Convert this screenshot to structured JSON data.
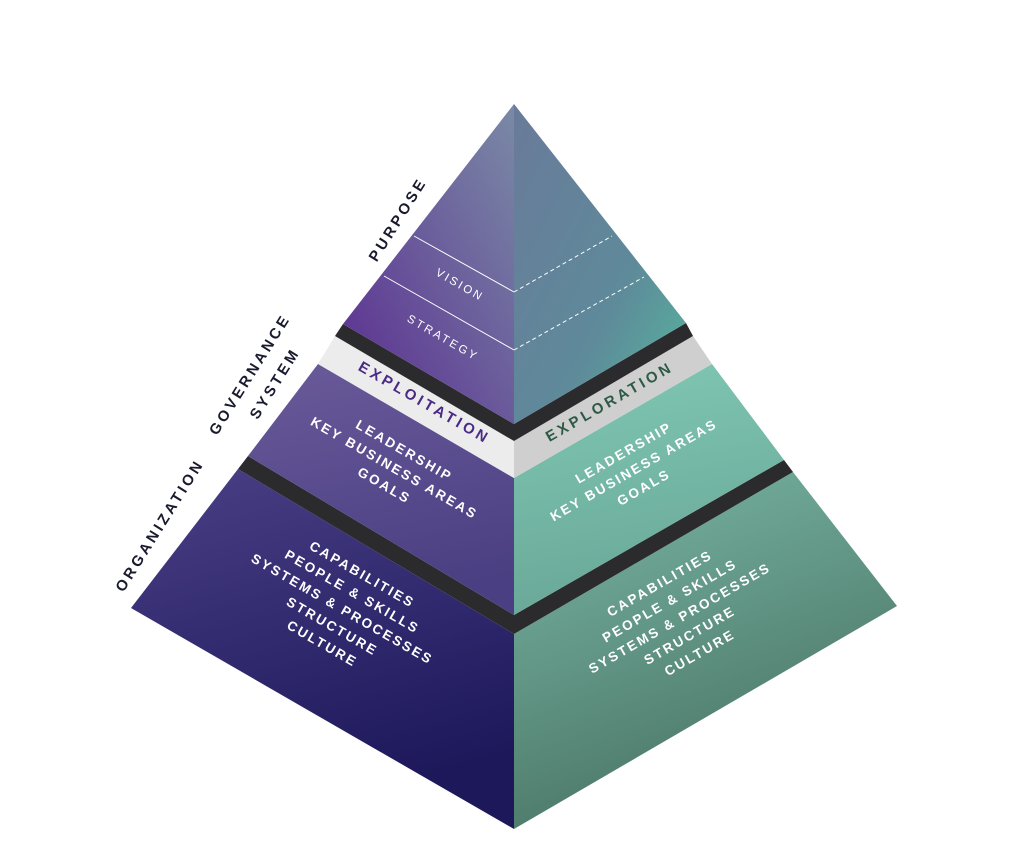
{
  "side_labels": {
    "purpose": "PURPOSE",
    "governance_line1": "GOVERNANCE",
    "governance_line2": "SYSTEM",
    "organization": "ORGANIZATION"
  },
  "top_tier": {
    "vision": "VISION",
    "strategy": "STRATEGY"
  },
  "band": {
    "left": "EXPLOITATION",
    "right": "EXPLORATION"
  },
  "middle_left": [
    "LEADERSHIP",
    "KEY BUSINESS AREAS",
    "GOALS"
  ],
  "middle_right": [
    "LEADERSHIP",
    "KEY BUSINESS AREAS",
    "GOALS"
  ],
  "bottom_left": [
    "CAPABILITIES",
    "PEOPLE & SKILLS",
    "SYSTEMS & PROCESSES",
    "STRUCTURE",
    "CULTURE"
  ],
  "bottom_right": [
    "CAPABILITIES",
    "PEOPLE & SKILLS",
    "SYSTEMS & PROCESSES",
    "STRUCTURE",
    "CULTURE"
  ],
  "colors": {
    "dark_purple": "#1f1a5c",
    "mid_purple": "#5a4a8a",
    "violet": "#5a2d8c",
    "slate": "#6f7fa3",
    "teal_light": "#7cc6b0",
    "teal_dark": "#4a7a6a",
    "divider": "#2b2b2e",
    "band_light": "#ececec",
    "band_mid": "#cfcfcf",
    "exploitation_text": "#4a2a86",
    "exploration_text": "#2d5a46"
  }
}
